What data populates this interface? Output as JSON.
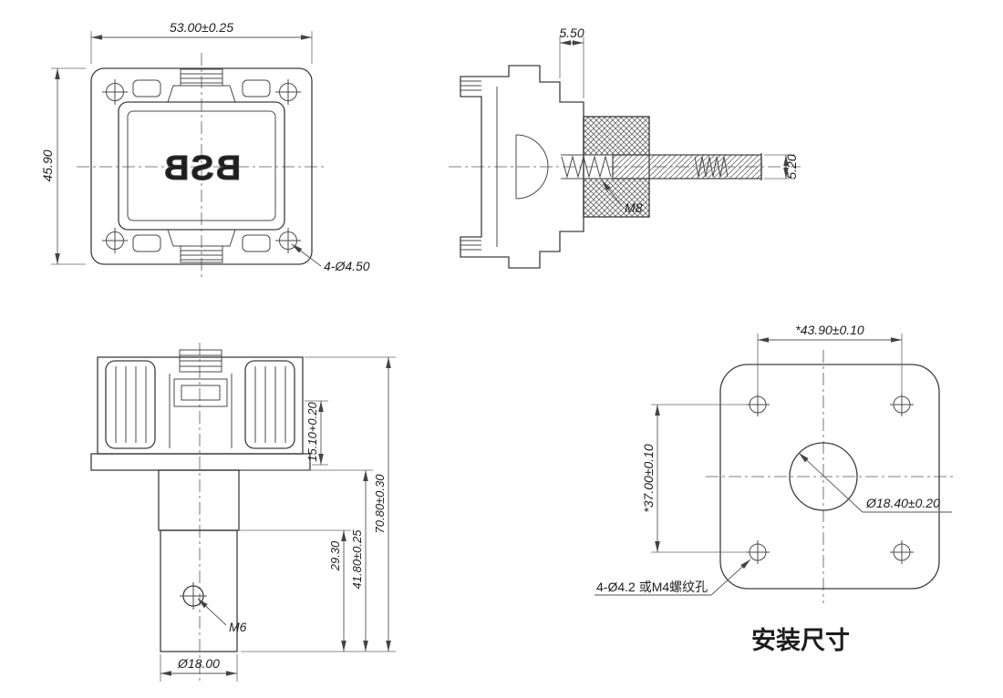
{
  "drawing": {
    "views": {
      "front": {
        "dim_width": "53.00±0.25",
        "dim_height": "45.90",
        "label_corner_holes": "4-Ø4.50",
        "logo": "BSB"
      },
      "section": {
        "dim_flange": "5.50",
        "label_thread": "M8",
        "dim_stud": "5.20"
      },
      "side": {
        "dim_a": "15.10+0.20",
        "dim_b": "29.30",
        "dim_c": "41.80±0.25",
        "dim_d": "70.80±0.30",
        "label_thread": "M6",
        "dim_shaft": "Ø18.00"
      },
      "mounting": {
        "dim_width": "*43.90±0.10",
        "dim_height": "*37.00±0.10",
        "dim_center_hole": "Ø18.40±0.20",
        "label_corner_holes": "4-Ø4.2 或M4螺纹孔",
        "caption": "安装尺寸"
      }
    }
  }
}
